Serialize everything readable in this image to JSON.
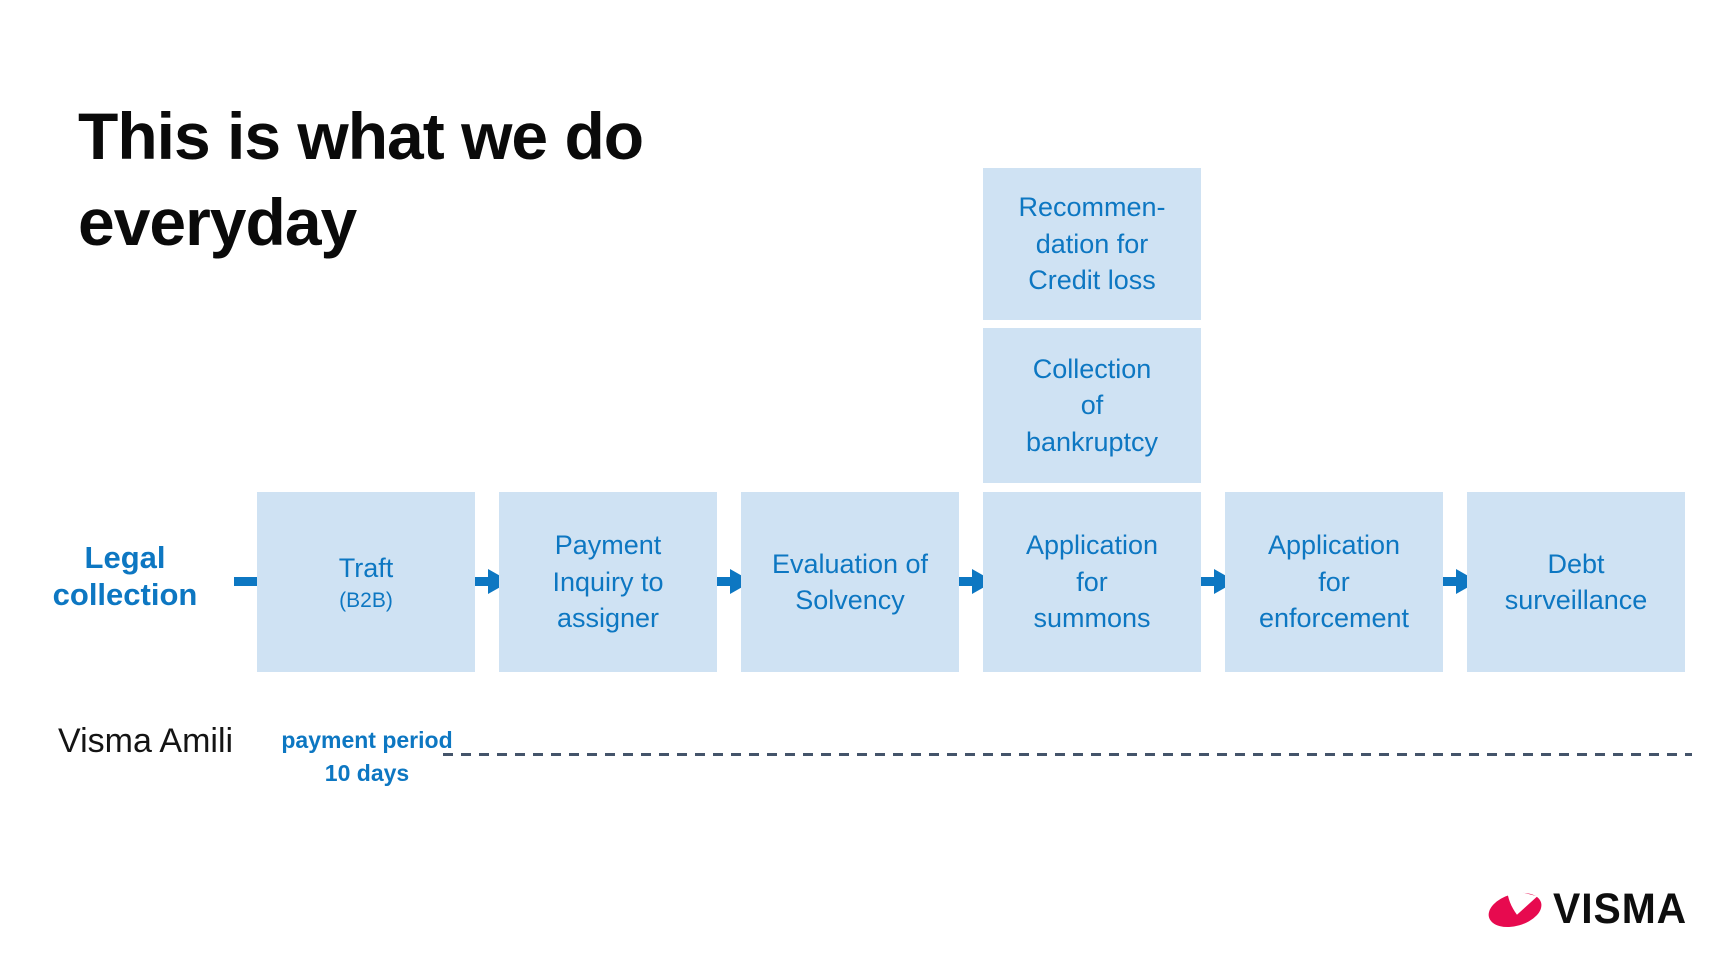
{
  "slide": {
    "title": {
      "line1": "This is what we do",
      "line2": "everyday"
    }
  },
  "flow": {
    "row_label": {
      "line1": "Legal",
      "line2": "collection"
    },
    "boxes": [
      {
        "line1": "Traft",
        "sub": "(B2B)"
      },
      {
        "line1": "Payment",
        "line2": "Inquiry to",
        "line3": "assigner"
      },
      {
        "line1": "Evaluation of",
        "line2": "Solvency"
      },
      {
        "line1": "Application",
        "line2": "for",
        "line3": "summons"
      },
      {
        "line1": "Application",
        "line2": "for",
        "line3": "enforcement"
      },
      {
        "line1": "Debt",
        "line2": "surveillance"
      }
    ],
    "branch_boxes": [
      {
        "line1": "Recommen-",
        "line2": "dation for",
        "line3": "Credit loss"
      },
      {
        "line1": "Collection",
        "line2": "of",
        "line3": "bankruptcy"
      }
    ]
  },
  "timeline": {
    "owner": "Visma Amili",
    "annotation": {
      "line1": "payment period",
      "line2": "10 days"
    }
  },
  "logo": {
    "text": "VISMA"
  },
  "colors": {
    "accent_blue": "#0d77c2",
    "box_fill": "#cfe2f3",
    "dash_gray": "#44546a",
    "logo_red": "#e70a4f",
    "title_black": "#0a0a0a"
  }
}
